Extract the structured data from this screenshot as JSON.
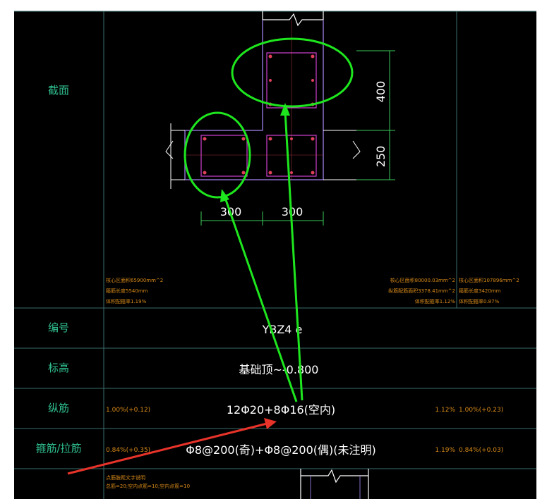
{
  "table": {
    "rows": [
      {
        "label": "截面"
      },
      {
        "label": "编号",
        "value": "YBZ4 e"
      },
      {
        "label": "标高",
        "value": "基础顶~-0.800"
      },
      {
        "label": "纵筋",
        "value": "12Φ20+8Φ16(空内)",
        "left_ratio": "1.00%(+0.12)",
        "right_ratio": "1.12%",
        "right_ratio_extra": "1.00%(+0.23)"
      },
      {
        "label": "箍筋/拉筋",
        "value": "Φ8@200(奇)+Φ8@200(偶)(未注明)",
        "left_ratio": "0.84%(+0.35)",
        "right_ratio": "1.19%",
        "right_ratio_extra": "0.84%(+0.03)"
      }
    ]
  },
  "section": {
    "dim_vertical_top": "400",
    "dim_vertical_bottom": "250",
    "dim_horizontal_left": "300",
    "dim_horizontal_right": "300"
  },
  "notes": {
    "left": [
      "核心区面积65900mm^2",
      "箍筋长度5540mm",
      "体积配箍率1.19%"
    ],
    "right_a": [
      "核心区面积80000.03mm^2",
      "纵筋配筋面积3378.41mm^2",
      "体积配箍率1.12%"
    ],
    "right_b": [
      "核心区面积107896mm^2",
      "箍筋长度3420mm",
      "体积配箍率0.87%"
    ],
    "bottom": [
      "点筋肢距文字说明",
      "总筋=20;空内点筋=10;空内点筋=10"
    ]
  },
  "colors": {
    "background": "#000000",
    "grid": "#3a6b6b",
    "label_text": "#2fbf8f",
    "value_text": "#ffffff",
    "note_text": "#d88a1a",
    "concrete_outline": "#8a6fc8",
    "rebar": "#e0405a",
    "stirrup": "#d040d0",
    "dim_line": "#3cc85a",
    "annotation_green": "#1ee61e",
    "annotation_red": "#e8332a"
  }
}
